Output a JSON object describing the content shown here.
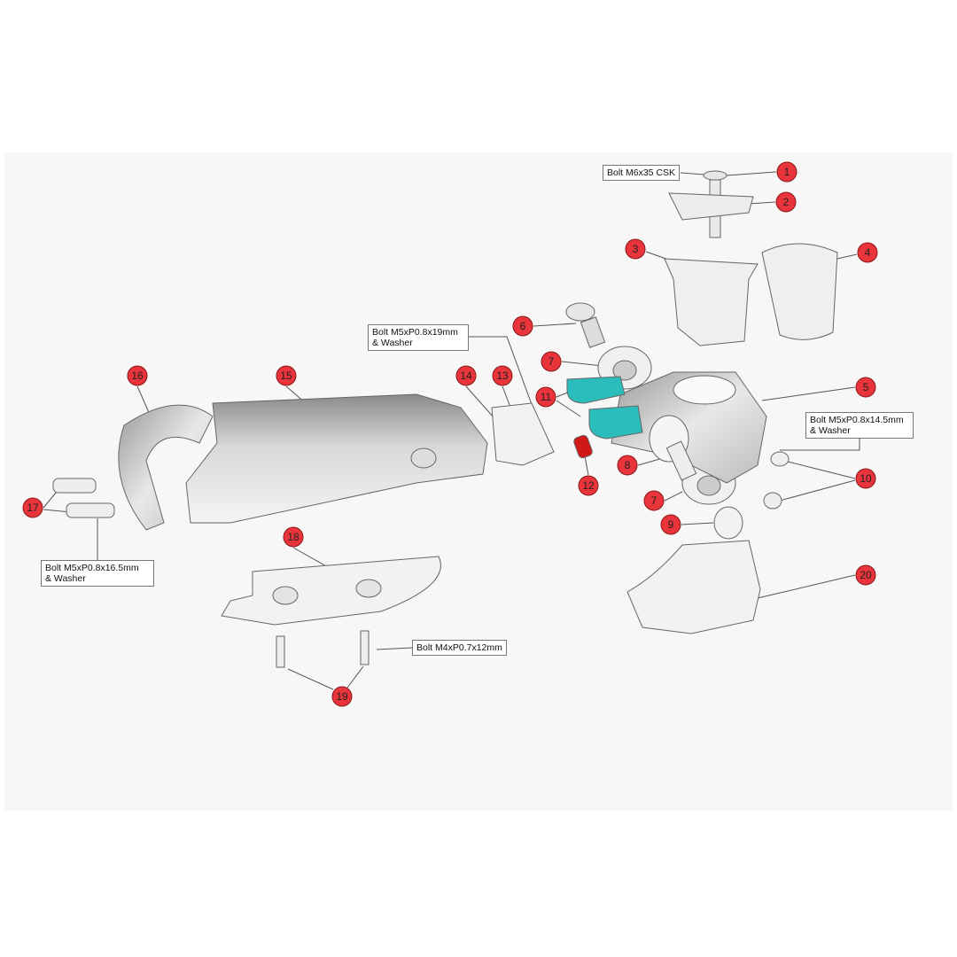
{
  "colors": {
    "callout": "#e8343a",
    "clip": "#2bbcbc",
    "plug": "#d01818",
    "part": "#e2e2e2",
    "background": "#f7f7f7"
  },
  "callouts": [
    "1",
    "2",
    "3",
    "4",
    "5",
    "6",
    "7",
    "7",
    "8",
    "9",
    "10",
    "11",
    "12",
    "13",
    "14",
    "15",
    "16",
    "17",
    "18",
    "19",
    "20"
  ],
  "labels": {
    "bolt_m6": "Bolt M6x35 CSK",
    "bolt_m5_19": "Bolt M5xP0.8x19mm\n& Washer",
    "bolt_m5_145": "Bolt M5xP0.8x14.5mm\n& Washer",
    "bolt_m5_165": "Bolt M5xP0.8x16.5mm\n& Washer",
    "bolt_m4": "Bolt M4xP0.7x12mm"
  }
}
